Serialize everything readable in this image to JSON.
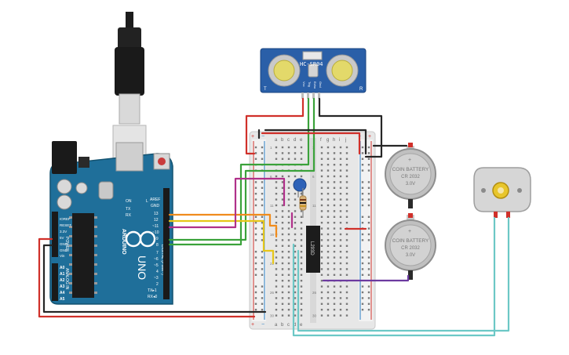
{
  "hcsr04": {
    "model": "HC-SR04",
    "pins": [
      "Vcc",
      "Trig",
      "Echo",
      "Gnd"
    ],
    "corner_left": "T",
    "corner_right": "R"
  },
  "arduino": {
    "brand": "ARDUINO",
    "model": "UNO",
    "label_power": "POWER",
    "label_analog": "ANALOG IN",
    "label_digital": "DIGITAL (PWM~)",
    "label_aref": "AREF",
    "label_gnd": "GND",
    "label_tx": "TX",
    "label_rx": "RX",
    "label_on": "ON",
    "label_l": "L",
    "power_pins": [
      "IOREF",
      "RESET",
      "3.3V",
      "5V",
      "GND",
      "GND",
      "Vin"
    ],
    "analog_pins": [
      "A0",
      "A1",
      "A2",
      "A3",
      "A4",
      "A5"
    ],
    "digital_pins": [
      "13",
      "12",
      "~11",
      "~10",
      "~9",
      "8",
      "7",
      "~6",
      "~5",
      "4",
      "~3",
      "2",
      "TX▸1",
      "RX◂0"
    ]
  },
  "breadboard": {
    "columns_left": [
      "a",
      "b",
      "c",
      "d",
      "e"
    ],
    "columns_right": [
      "f",
      "g",
      "h",
      "i",
      "j"
    ],
    "row_count": 30,
    "rail_plus": "+",
    "rail_minus": "−"
  },
  "ic": {
    "label": "L293D"
  },
  "batteries": [
    {
      "line1": "+",
      "line2": "COIN BATTERY",
      "line3": "CR 2032",
      "line4": "3.0V"
    },
    {
      "line1": "+",
      "line2": "COIN BATTERY",
      "line3": "CR 2032",
      "line4": "3.0V"
    }
  ],
  "colors": {
    "arduino_board": "#1f6f9a",
    "breadboard": "#e7e7e7",
    "sensor_board": "#2a5fa8",
    "wire_red": "#d0302a",
    "wire_black": "#262626",
    "wire_green": "#3aa23a",
    "wire_orange": "#f08c1d",
    "wire_yellow": "#e6c619",
    "wire_magenta": "#b0308a",
    "wire_purple": "#6c3aa0",
    "wire_teal": "#6cc8c6"
  },
  "icons": [
    "usb-cable-icon",
    "motor-icon",
    "capacitor-icon",
    "resistor-icon",
    "coin-battery-icon",
    "ultrasonic-sensor-icon",
    "arduino-logo-icon"
  ]
}
